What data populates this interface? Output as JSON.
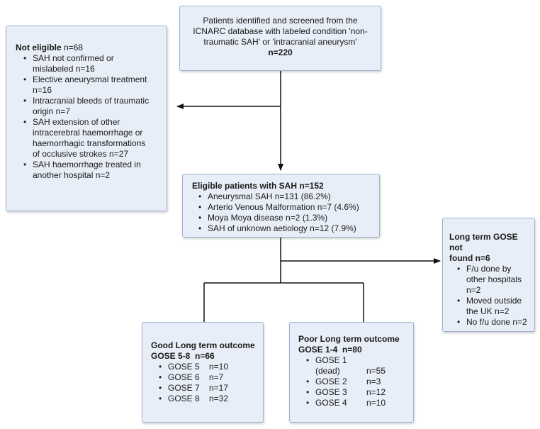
{
  "top_box": {
    "line1": "Patients identified and screened from the",
    "line2": "ICNARC database with labeled condition 'non-",
    "line3": "traumatic SAH' or 'intracranial aneurysm'",
    "count": "n=220"
  },
  "not_eligible": {
    "title": "Not eligible",
    "count": " n=68",
    "items": [
      [
        "SAH not confirmed or",
        "mislabeled n=16"
      ],
      [
        "Elective aneurysmal treatment",
        "n=16"
      ],
      [
        "Intracranial bleeds of traumatic",
        "origin n=7"
      ],
      [
        "SAH extension of other",
        "intracerebral haemorrhage or",
        "haemorrhagic transformations",
        "of occlusive strokes n=27"
      ],
      [
        "SAH haemorrhage treated in",
        "another hospital n=2"
      ]
    ]
  },
  "eligible": {
    "title": "Eligible patients with SAH n=152",
    "items": [
      "Aneurysmal SAH n=131 (86.2%)",
      "Arterio Venous Malformation n=7 (4.6%)",
      "Moya Moya disease n=2 (1.3%)",
      "SAH of unknown aetiology n=12 (7.9%)"
    ]
  },
  "not_found": {
    "title_line1": "Long term GOSE not",
    "title_line2": "found n=6",
    "items": [
      [
        "F/u done by",
        "other hospitals",
        "n=2"
      ],
      [
        "Moved outside",
        "the UK n=2"
      ],
      [
        "No f/u done n=2"
      ]
    ]
  },
  "good_outcome": {
    "title_line1": "Good Long term outcome",
    "title_line2": "GOSE 5-8  n=66",
    "rows": [
      {
        "g": "GOSE 5",
        "n": "n=10"
      },
      {
        "g": "GOSE 6",
        "n": "n=7"
      },
      {
        "g": "GOSE 7",
        "n": "n=17"
      },
      {
        "g": "GOSE 8",
        "n": "n=32"
      }
    ]
  },
  "poor_outcome": {
    "title_line1": "Poor Long term outcome",
    "title_line2": "GOSE 1-4  n=80",
    "gose1_line1": "GOSE 1",
    "gose1_line2": "(dead)",
    "gose1_n": "n=55",
    "rows": [
      {
        "g": "GOSE 2",
        "n": "n=3"
      },
      {
        "g": "GOSE 3",
        "n": "n=12"
      },
      {
        "g": "GOSE 4",
        "n": "n=10"
      }
    ]
  }
}
